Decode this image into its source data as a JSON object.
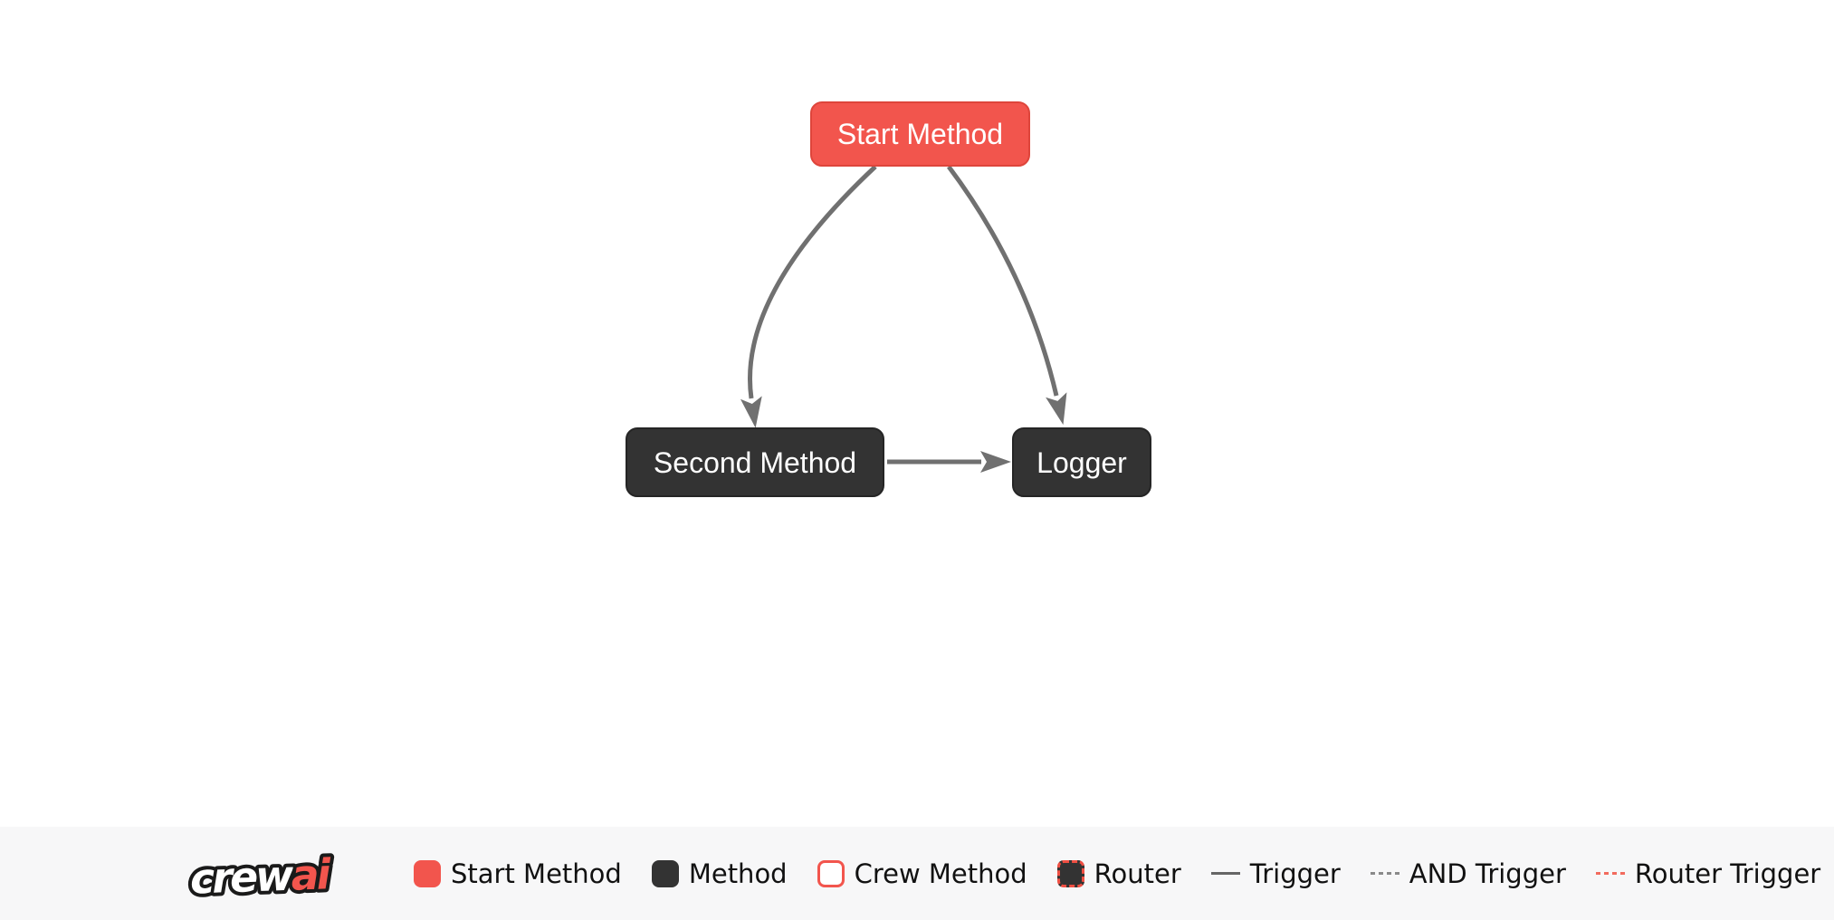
{
  "diagram": {
    "nodes": {
      "start": {
        "label": "Start Method",
        "type": "start-method"
      },
      "second": {
        "label": "Second Method",
        "type": "method"
      },
      "logger": {
        "label": "Logger",
        "type": "method"
      }
    },
    "edges": [
      {
        "from": "Start Method",
        "to": "Second Method",
        "type": "trigger"
      },
      {
        "from": "Start Method",
        "to": "Logger",
        "type": "trigger"
      },
      {
        "from": "Second Method",
        "to": "Logger",
        "type": "trigger"
      }
    ]
  },
  "footer": {
    "logo": {
      "crew": "crew",
      "ai": "ai"
    },
    "legend": {
      "items": [
        {
          "label": "Start Method",
          "swatch": "start-box"
        },
        {
          "label": "Method",
          "swatch": "method-box"
        },
        {
          "label": "Crew Method",
          "swatch": "crew-method-box"
        },
        {
          "label": "Router",
          "swatch": "router-box"
        },
        {
          "label": "Trigger",
          "swatch": "solid-line"
        },
        {
          "label": "AND Trigger",
          "swatch": "dashed-line"
        },
        {
          "label": "Router Trigger",
          "swatch": "dashed-red-line"
        }
      ]
    }
  },
  "colors": {
    "start_fill": "#F2554D",
    "start_border": "#DE453B",
    "method_fill": "#333333",
    "method_border": "#252525",
    "node_text": "#FFFFFF",
    "edge": "#707070",
    "legend_text": "#111111",
    "trigger_line": "#666666",
    "and_trigger_line": "#8A8A8A",
    "router_trigger_line": "#F26B5E",
    "footer_bg": "#F7F7F8",
    "logo_red": "#F2554D",
    "canvas_bg": "#FFFFFF"
  }
}
